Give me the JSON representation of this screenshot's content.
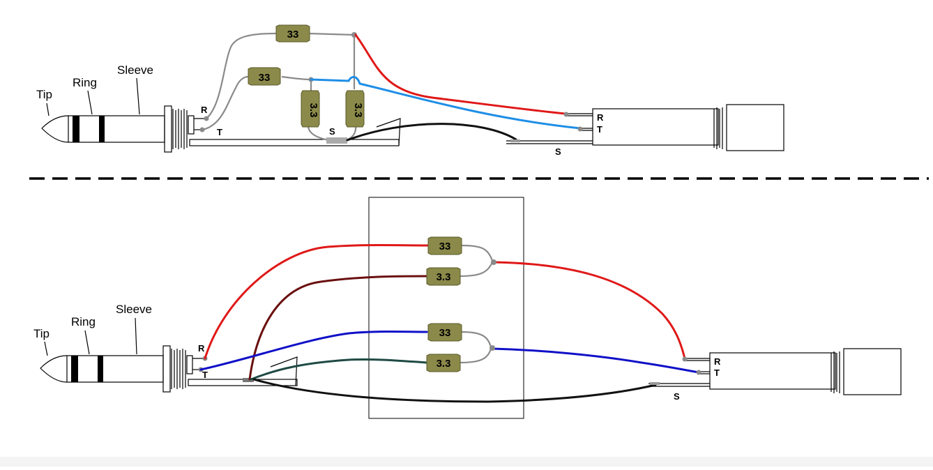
{
  "labels": {
    "tip": "Tip",
    "ring": "Ring",
    "sleeve": "Sleeve",
    "pin_r": "R",
    "pin_t": "T",
    "pin_s": "S"
  },
  "resistors": {
    "r33": "33",
    "r3_3": "3.3"
  },
  "colors": {
    "red": "#e01818",
    "blue_top": "#1e8ee6",
    "blue_bottom": "#1010c8",
    "dark_red": "#6a0f0f",
    "dark_teal": "#1f4a44",
    "black": "#111111",
    "grey_lead": "#8a8a8a",
    "resistor": "#8b8a4a"
  }
}
